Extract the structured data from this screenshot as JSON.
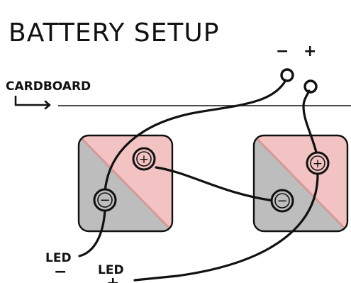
{
  "title": "BATTERY SETUP",
  "labels": {
    "cardboard": "CARDBOARD",
    "terminal_minus": "−",
    "terminal_plus": "+",
    "led_minus_label": "LED",
    "led_minus_sign": "−",
    "led_plus_label": "LED",
    "led_plus_sign": "+",
    "battery_plus_symbol": "+",
    "battery_minus_symbol": "−"
  },
  "colors": {
    "ink": "#111111",
    "battery_pink": "#f3c3c3",
    "battery_gray": "#bdbdbd",
    "battery_diagonal": "#d49a9a"
  }
}
